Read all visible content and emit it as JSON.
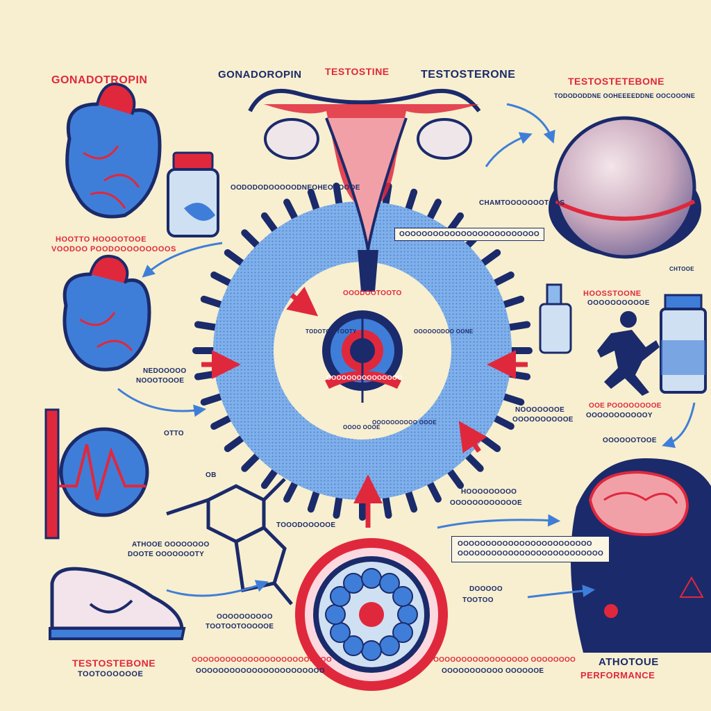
{
  "labels": {
    "gonadotropin_red": "GONADOTROPIN",
    "gonadoropin": "GONADOROPIN",
    "testostine": "TESTOSTINE",
    "testosterone_top": "TESTOSTERONE",
    "testostetebone": "TESTOSTETEBONE",
    "testostetebone_sub": "TODODODDNE OOHEEEEDDNE OOCOOONE",
    "gonadotropin_sub": "OODODODOOOOODNEOHEODOOOE",
    "hootto_line1": "HOOTTO HOOOOTOOE",
    "hootto_line2": "VOODOO POODOOOOOOOOOS",
    "chamtoe": "CHAMTOOOOOOOTOOS",
    "center_top": "OOODOOTOOTO",
    "center_ring": "OOOOOOOOOOOOOOO",
    "center_left": "TODOTOO TOOTY",
    "center_right": "OOOOOODOO OONE",
    "center_bottom_left": "OOOO OOOE",
    "center_bottom_right": "OOOOOOOOOO OOOE",
    "hodestone_line1": "HOOSSTOONE",
    "hodestone_line2": "OOOOOOOOOOE",
    "gentle": "CHTOOE",
    "nedoodo_line1": "NEDOOOOO",
    "nedoodo_line2": "NOOOTOOOE",
    "otto": "OTTO",
    "ob": "OB",
    "tooodoooe": "TOOODOOOOOE",
    "athooe_line1": "ATHOOE OOOOOOOO",
    "athooe_line2": "DOOTE OOOOOOOTY",
    "right_mid_line1": "OOE POOOOOOOOE",
    "right_mid_line2": "OOOOOOOOOOOY",
    "oooootooe": "OOOOOOTOOE",
    "right_small_line1": "NOOOOOOOE",
    "right_small_line2": "OOOOOOOOOOE",
    "hoodoo_line1": "HOOOOOOOOO",
    "hoodoo_line2": "OOOOOOOOOOOOE",
    "box_top": "OOOOOOOOOOOOOOOOOOOOOOOOO",
    "box_right_line1": "OOOOOOOOOOOOOOOOOOOOOOOO",
    "box_right_line2": "OOOOOOOOOOOOOOOOOOOOOOOOOO",
    "bottom_center_line1": "OOOOOOOOOO",
    "bottom_center_line2": "TOOTOOTOOOOOE",
    "dosoo_line1": "DOOOOO",
    "dosoo_line2": "TOOTOO",
    "testostebone_bottom": "TESTOSTEBONE",
    "testostebone_bottom_sub": "TOOTOOOOOOE",
    "bottom_small_line1": "OOOOOOOOOOOOOOOOOOOOOOOOO",
    "bottom_small_line2": "OOOOOOOOOOOOOOOOOOOOOOO",
    "bottom_right_line1": "OOOOOOOOOOOOOOOOOO OOOOOOOO",
    "bottom_right_line2": "OOOOOOOOOOO OOOOOOE",
    "athotoue": "ATHOTOUE",
    "performance": "PERFORMANCE"
  },
  "colors": {
    "background": "#f7efcf",
    "red": "#e0283c",
    "navy": "#1b2a6b",
    "blue": "#3f7ed8",
    "light_blue": "#8db8ec"
  },
  "icons": [
    "heart-icon",
    "uterus-icon",
    "pill-bottle-icon",
    "sphere-icon",
    "runner-icon",
    "brain-head-icon",
    "sneaker-icon",
    "molecule-icon",
    "cell-icon",
    "thermometer-icon",
    "warning-icon"
  ]
}
